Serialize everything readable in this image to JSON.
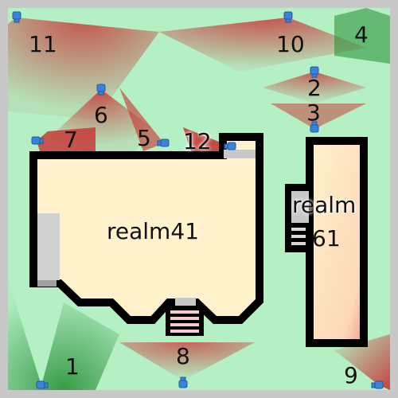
{
  "map": {
    "colors": {
      "background": "#c8c8c8",
      "floor": "#fff2cc",
      "wall": "#000000",
      "camera": "#3c82d8",
      "covered": "#a8e8b8",
      "hot": "#c03030",
      "cool": "#2a9a3a",
      "door": "#c8c8c8"
    }
  },
  "realms": [
    {
      "id": "realm41",
      "label": "realm41"
    },
    {
      "id": "realm61",
      "label_line1": "realm",
      "label_line2": "61"
    }
  ],
  "zones": [
    {
      "id": "z11",
      "label": "11"
    },
    {
      "id": "z10",
      "label": "10"
    },
    {
      "id": "z4",
      "label": "4"
    },
    {
      "id": "z6",
      "label": "6"
    },
    {
      "id": "z2",
      "label": "2"
    },
    {
      "id": "z3",
      "label": "3"
    },
    {
      "id": "z7",
      "label": "7"
    },
    {
      "id": "z5",
      "label": "5"
    },
    {
      "id": "z12",
      "label": "12"
    },
    {
      "id": "z1",
      "label": "1"
    },
    {
      "id": "z8",
      "label": "8"
    },
    {
      "id": "z9",
      "label": "9"
    }
  ]
}
